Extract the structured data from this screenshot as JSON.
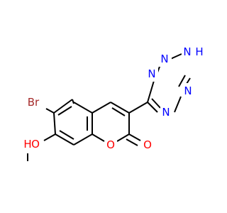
{
  "molecule": {
    "atoms": {
      "br": {
        "label": "Br",
        "color": "#a52a2a"
      },
      "hydroxyl_h": {
        "label": "H",
        "color": "#ff0000"
      },
      "hydroxyl_o": {
        "label": "O",
        "color": "#ff0000"
      },
      "ring_o": {
        "label": "O",
        "color": "#ff0000"
      },
      "carbonyl_o": {
        "label": "O",
        "color": "#ff0000"
      },
      "tetrazole_n_bottom": {
        "label": "N",
        "color": "#0000ff"
      },
      "tetrazole_n_left": {
        "label": "N",
        "color": "#0000ff"
      },
      "tetrazole_n_top": {
        "label": "N",
        "color": "#0000ff"
      },
      "tetrazole_nh_n": {
        "label": "N",
        "color": "#0000ff"
      },
      "tetrazole_nh_h": {
        "label": "H",
        "color": "#0000ff"
      },
      "tetrazole_n_right": {
        "label": "N",
        "color": "#0000ff"
      }
    },
    "bond_color": "#000000",
    "background": "#ffffff"
  }
}
